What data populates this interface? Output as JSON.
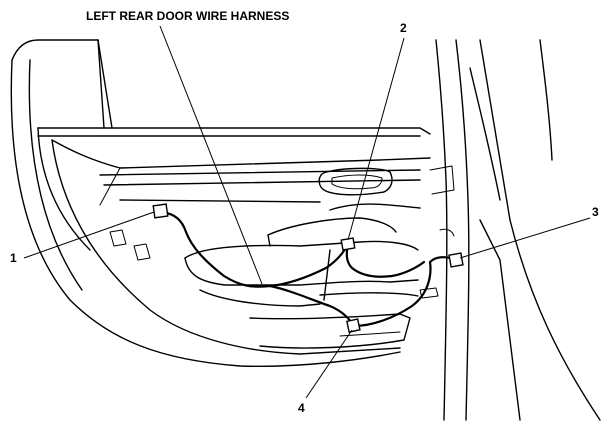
{
  "title": "LEFT REAR DOOR WIRE HARNESS",
  "callouts": [
    {
      "id": "1"
    },
    {
      "id": "2"
    },
    {
      "id": "3"
    },
    {
      "id": "4"
    }
  ]
}
